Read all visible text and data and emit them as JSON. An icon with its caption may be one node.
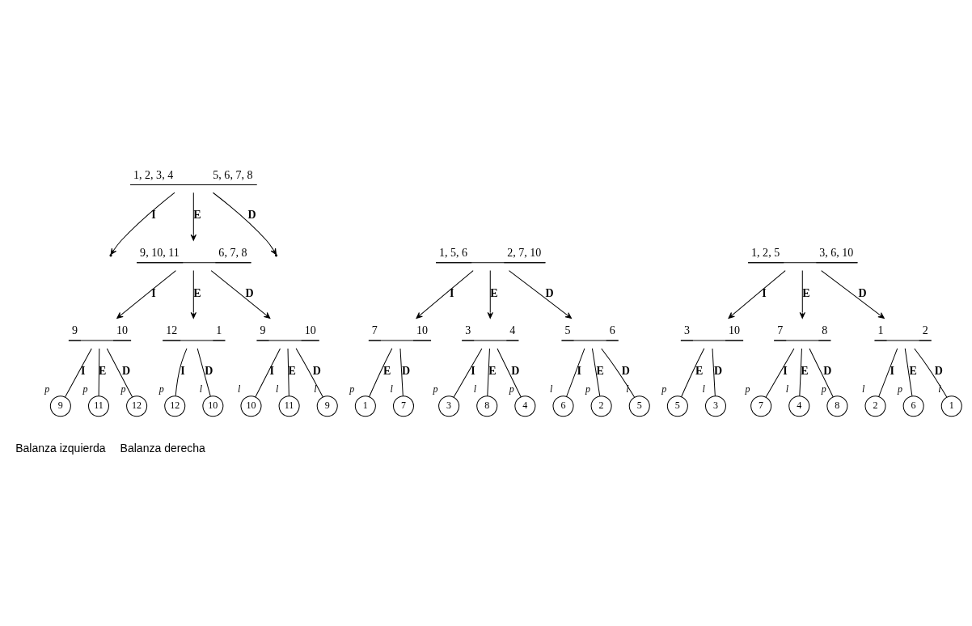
{
  "diagram": {
    "nodes": [
      {
        "text": [
          "1, 2, 3, 4",
          "5, 6, 7, 8"
        ]
      },
      {
        "text": [
          "9, 10, 11",
          "6, 7, 8"
        ]
      },
      {
        "text": [
          "9",
          "10"
        ]
      },
      {
        "text": [
          "12",
          "1"
        ]
      },
      {
        "text": [
          "9",
          "10"
        ]
      },
      {
        "text": [
          "9"
        ],
        "beside": [
          "p"
        ]
      },
      {
        "text": [
          "11"
        ],
        "beside": [
          "p"
        ]
      },
      {
        "text": [
          "12"
        ],
        "beside": [
          "p"
        ]
      },
      {
        "text": [
          "12"
        ],
        "beside": [
          "p"
        ]
      },
      {
        "text": [
          "10"
        ],
        "beside": [
          "l"
        ]
      },
      {
        "text": [
          "10"
        ],
        "beside": [
          "l"
        ]
      },
      {
        "text": [
          "11"
        ],
        "beside": [
          "l"
        ]
      },
      {
        "text": [
          "9"
        ],
        "beside": [
          "l"
        ]
      },
      {
        "text": [
          "1, 5, 6",
          "2, 7, 10"
        ]
      },
      {
        "text": [
          "7",
          "10"
        ]
      },
      {
        "text": [
          "3",
          "4"
        ]
      },
      {
        "text": [
          "5",
          "6"
        ]
      },
      {
        "text": [
          "1"
        ],
        "beside": [
          "p"
        ]
      },
      {
        "text": [
          "7"
        ],
        "beside": [
          "l"
        ]
      },
      {
        "text": [
          "3"
        ],
        "beside": [
          "p"
        ]
      },
      {
        "text": [
          "8"
        ],
        "beside": [
          "l"
        ]
      },
      {
        "text": [
          "4"
        ],
        "beside": [
          "p"
        ]
      },
      {
        "text": [
          "6"
        ],
        "beside": [
          "l"
        ]
      },
      {
        "text": [
          "2"
        ],
        "beside": [
          "p"
        ]
      },
      {
        "text": [
          "5"
        ],
        "beside": [
          "l"
        ]
      },
      {
        "text": [
          "1, 2, 5",
          "3, 6, 10"
        ]
      },
      {
        "text": [
          "3",
          "10"
        ]
      },
      {
        "text": [
          "7",
          "8"
        ]
      },
      {
        "text": [
          "1",
          "2"
        ]
      },
      {
        "text": [
          "5"
        ],
        "beside": [
          "p"
        ]
      },
      {
        "text": [
          "3"
        ],
        "beside": [
          "l"
        ]
      },
      {
        "text": [
          "7"
        ],
        "beside": [
          "p"
        ]
      },
      {
        "text": [
          "4"
        ],
        "beside": [
          "l"
        ]
      },
      {
        "text": [
          "8"
        ],
        "beside": [
          "p"
        ]
      },
      {
        "text": [
          "2"
        ],
        "beside": [
          "l"
        ]
      },
      {
        "text": [
          "6"
        ],
        "beside": [
          "p"
        ]
      },
      {
        "text": [
          "1"
        ],
        "beside": [
          "l"
        ]
      }
    ],
    "edges": [
      {
        "from": 0,
        "to": null,
        "arrow": "to",
        "label": "I"
      },
      {
        "from": 0,
        "to": 1,
        "arrow": "to",
        "label": "E"
      },
      {
        "from": 0,
        "to": null,
        "arrow": "to",
        "label": "D"
      },
      {
        "from": 1,
        "to": 2,
        "arrow": "to",
        "label": "I"
      },
      {
        "from": 1,
        "to": 3,
        "arrow": "to",
        "label": "E"
      },
      {
        "from": 1,
        "to": 4,
        "arrow": "to",
        "label": "D"
      },
      {
        "from": 2,
        "to": 5,
        "arrow": "none",
        "label": "I"
      },
      {
        "from": 2,
        "to": 6,
        "arrow": "none",
        "label": "E"
      },
      {
        "from": 2,
        "to": 7,
        "arrow": "none",
        "label": "D"
      },
      {
        "from": 3,
        "to": 8,
        "arrow": "none",
        "label": "I"
      },
      {
        "from": 3,
        "to": 9,
        "arrow": "none",
        "label": "D"
      },
      {
        "from": 4,
        "to": 10,
        "arrow": "none",
        "label": "I"
      },
      {
        "from": 4,
        "to": 11,
        "arrow": "none",
        "label": "E"
      },
      {
        "from": 4,
        "to": 12,
        "arrow": "none",
        "label": "D"
      },
      {
        "from": 13,
        "to": 14,
        "arrow": "to",
        "label": "I"
      },
      {
        "from": 13,
        "to": 15,
        "arrow": "to",
        "label": "E"
      },
      {
        "from": 13,
        "to": 16,
        "arrow": "to",
        "label": "D"
      },
      {
        "from": 14,
        "to": 17,
        "arrow": "none",
        "label": "E"
      },
      {
        "from": 14,
        "to": 18,
        "arrow": "none",
        "label": "D"
      },
      {
        "from": 15,
        "to": 19,
        "arrow": "none",
        "label": "I"
      },
      {
        "from": 15,
        "to": 20,
        "arrow": "none",
        "label": "E"
      },
      {
        "from": 15,
        "to": 21,
        "arrow": "none",
        "label": "D"
      },
      {
        "from": 16,
        "to": 22,
        "arrow": "none",
        "label": "I"
      },
      {
        "from": 16,
        "to": 23,
        "arrow": "none",
        "label": "E"
      },
      {
        "from": 16,
        "to": 24,
        "arrow": "none",
        "label": "D"
      },
      {
        "from": 25,
        "to": 26,
        "arrow": "to",
        "label": "I"
      },
      {
        "from": 25,
        "to": 27,
        "arrow": "to",
        "label": "E"
      },
      {
        "from": 25,
        "to": 28,
        "arrow": "to",
        "label": "D"
      },
      {
        "from": 26,
        "to": 29,
        "arrow": "none",
        "label": "E"
      },
      {
        "from": 26,
        "to": 30,
        "arrow": "none",
        "label": "D"
      },
      {
        "from": 27,
        "to": 31,
        "arrow": "none",
        "label": "I"
      },
      {
        "from": 27,
        "to": 32,
        "arrow": "none",
        "label": "E"
      },
      {
        "from": 27,
        "to": 33,
        "arrow": "none",
        "label": "D"
      },
      {
        "from": 28,
        "to": 34,
        "arrow": "none",
        "label": "I"
      },
      {
        "from": 28,
        "to": 35,
        "arrow": "none",
        "label": "E"
      },
      {
        "from": 28,
        "to": 36,
        "arrow": "none",
        "label": "D"
      }
    ],
    "labels": [
      "Balanza izquierda",
      "Balanza derecha"
    ]
  }
}
